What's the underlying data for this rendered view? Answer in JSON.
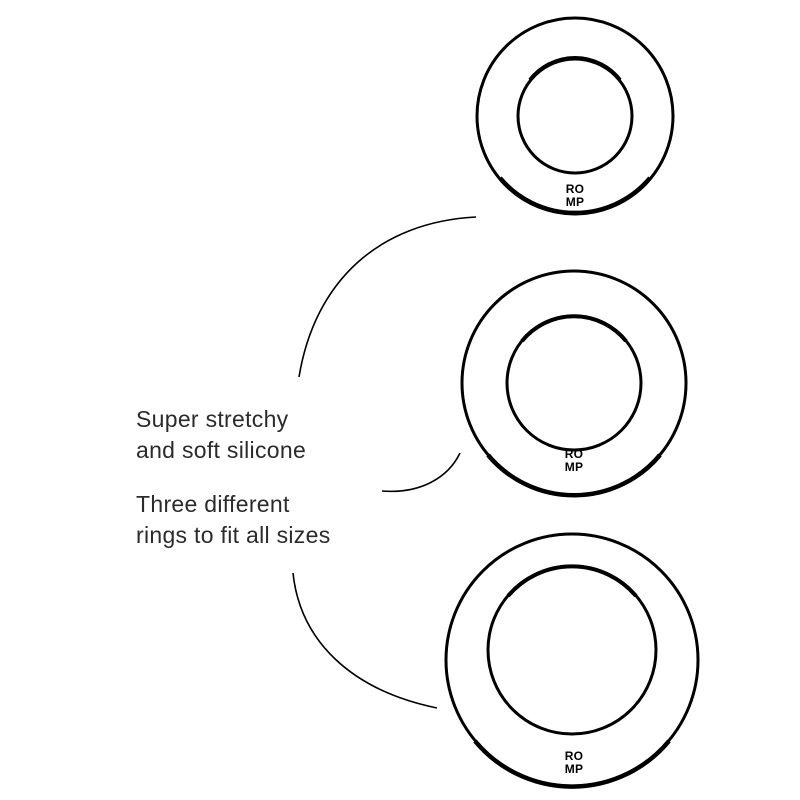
{
  "colors": {
    "background": "#ffffff",
    "ink": "#000000",
    "text": "#2b2b2b"
  },
  "features": [
    {
      "lines": [
        "Super stretchy",
        "and soft silicone"
      ]
    },
    {
      "lines": [
        "Three different",
        "rings to fit all sizes"
      ]
    }
  ],
  "rings": [
    {
      "size": "small",
      "brand_lines": [
        "RO",
        "MP"
      ]
    },
    {
      "size": "medium",
      "brand_lines": [
        "RO",
        "MP"
      ]
    },
    {
      "size": "large",
      "brand_lines": [
        "RO",
        "MP"
      ]
    }
  ]
}
